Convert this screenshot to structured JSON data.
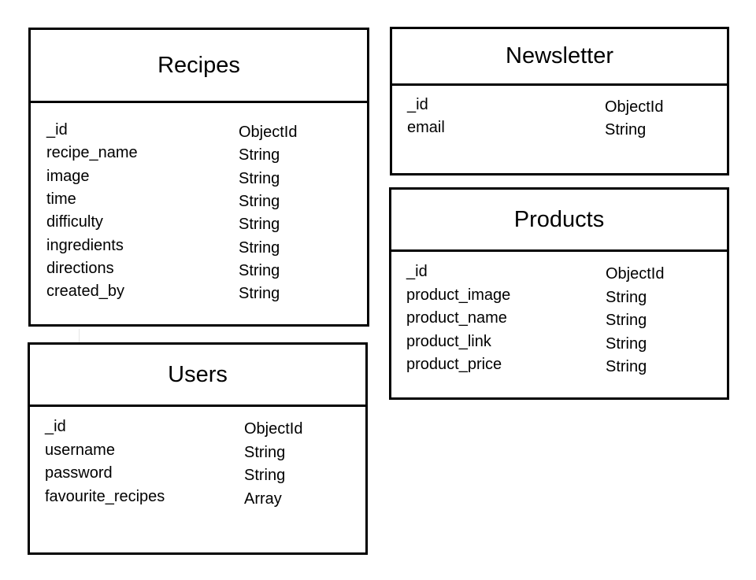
{
  "tables": {
    "recipes": {
      "title": "Recipes",
      "fields": [
        {
          "name": "_id",
          "type": "ObjectId"
        },
        {
          "name": "recipe_name",
          "type": "String"
        },
        {
          "name": "image",
          "type": "String"
        },
        {
          "name": "time",
          "type": "String"
        },
        {
          "name": "difficulty",
          "type": "String"
        },
        {
          "name": "ingredients",
          "type": "String"
        },
        {
          "name": "directions",
          "type": "String"
        },
        {
          "name": "created_by",
          "type": "String"
        }
      ]
    },
    "users": {
      "title": "Users",
      "fields": [
        {
          "name": "_id",
          "type": "ObjectId"
        },
        {
          "name": "username",
          "type": "String"
        },
        {
          "name": "password",
          "type": "String"
        },
        {
          "name": "favourite_recipes",
          "type": "Array"
        }
      ]
    },
    "newsletter": {
      "title": "Newsletter",
      "fields": [
        {
          "name": "_id",
          "type": "ObjectId"
        },
        {
          "name": "email",
          "type": "String"
        }
      ]
    },
    "products": {
      "title": "Products",
      "fields": [
        {
          "name": "_id",
          "type": "ObjectId"
        },
        {
          "name": "product_image",
          "type": "String"
        },
        {
          "name": "product_name",
          "type": "String"
        },
        {
          "name": "product_link",
          "type": "String"
        },
        {
          "name": "product_price",
          "type": "String"
        }
      ]
    }
  }
}
